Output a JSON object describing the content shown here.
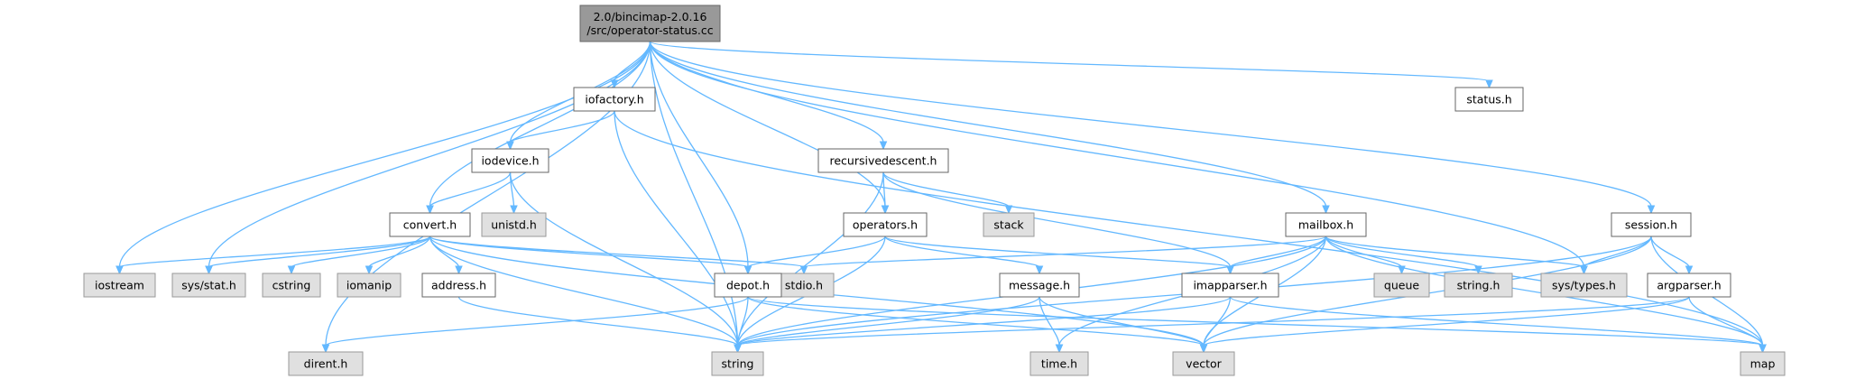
{
  "diagram": {
    "type": "include-dependency-graph",
    "colors": {
      "root_fill": "#999999",
      "root_border": "#666666",
      "local_fill": "#ffffff",
      "system_fill": "#e0e0e0",
      "system_border": "#999999",
      "node_border": "#666666",
      "edge": "#63b8ff"
    },
    "nodes": [
      {
        "id": "root",
        "lines": [
          "2.0/bincimap-2.0.16",
          "/src/operator-status.cc"
        ],
        "kind": "root"
      },
      {
        "id": "iofactory",
        "lines": [
          "iofactory.h"
        ],
        "kind": "local"
      },
      {
        "id": "status",
        "lines": [
          "status.h"
        ],
        "kind": "local"
      },
      {
        "id": "iodevice",
        "lines": [
          "iodevice.h"
        ],
        "kind": "local"
      },
      {
        "id": "recursivedescent",
        "lines": [
          "recursivedescent.h"
        ],
        "kind": "local"
      },
      {
        "id": "unistd",
        "lines": [
          "unistd.h"
        ],
        "kind": "system"
      },
      {
        "id": "stack",
        "lines": [
          "stack"
        ],
        "kind": "system"
      },
      {
        "id": "convert",
        "lines": [
          "convert.h"
        ],
        "kind": "local"
      },
      {
        "id": "operators",
        "lines": [
          "operators.h"
        ],
        "kind": "local"
      },
      {
        "id": "mailbox",
        "lines": [
          "mailbox.h"
        ],
        "kind": "local"
      },
      {
        "id": "session",
        "lines": [
          "session.h"
        ],
        "kind": "local"
      },
      {
        "id": "iostream",
        "lines": [
          "iostream"
        ],
        "kind": "system"
      },
      {
        "id": "sysstat",
        "lines": [
          "sys/stat.h"
        ],
        "kind": "system"
      },
      {
        "id": "cstring",
        "lines": [
          "cstring"
        ],
        "kind": "system"
      },
      {
        "id": "iomanip",
        "lines": [
          "iomanip"
        ],
        "kind": "system"
      },
      {
        "id": "address",
        "lines": [
          "address.h"
        ],
        "kind": "local"
      },
      {
        "id": "stdio",
        "lines": [
          "stdio.h"
        ],
        "kind": "system"
      },
      {
        "id": "depot",
        "lines": [
          "depot.h"
        ],
        "kind": "local"
      },
      {
        "id": "message",
        "lines": [
          "message.h"
        ],
        "kind": "local"
      },
      {
        "id": "imapparser",
        "lines": [
          "imapparser.h"
        ],
        "kind": "local"
      },
      {
        "id": "queue",
        "lines": [
          "queue"
        ],
        "kind": "system"
      },
      {
        "id": "stringh",
        "lines": [
          "string.h"
        ],
        "kind": "system"
      },
      {
        "id": "systypes",
        "lines": [
          "sys/types.h"
        ],
        "kind": "system"
      },
      {
        "id": "argparser",
        "lines": [
          "argparser.h"
        ],
        "kind": "local"
      },
      {
        "id": "dirent",
        "lines": [
          "dirent.h"
        ],
        "kind": "system"
      },
      {
        "id": "string",
        "lines": [
          "string"
        ],
        "kind": "system"
      },
      {
        "id": "timeh",
        "lines": [
          "time.h"
        ],
        "kind": "system"
      },
      {
        "id": "vector",
        "lines": [
          "vector"
        ],
        "kind": "system"
      },
      {
        "id": "map",
        "lines": [
          "map"
        ],
        "kind": "system"
      }
    ],
    "edges": [
      [
        "root",
        "iofactory"
      ],
      [
        "root",
        "status"
      ],
      [
        "root",
        "iodevice"
      ],
      [
        "root",
        "recursivedescent"
      ],
      [
        "root",
        "convert"
      ],
      [
        "root",
        "operators"
      ],
      [
        "root",
        "mailbox"
      ],
      [
        "root",
        "session"
      ],
      [
        "root",
        "iostream"
      ],
      [
        "root",
        "sysstat"
      ],
      [
        "root",
        "depot"
      ],
      [
        "root",
        "systypes"
      ],
      [
        "root",
        "dirent"
      ],
      [
        "root",
        "string"
      ],
      [
        "iofactory",
        "iodevice"
      ],
      [
        "iofactory",
        "string"
      ],
      [
        "iofactory",
        "map"
      ],
      [
        "iodevice",
        "unistd"
      ],
      [
        "iodevice",
        "convert"
      ],
      [
        "iodevice",
        "string"
      ],
      [
        "recursivedescent",
        "stack"
      ],
      [
        "recursivedescent",
        "operators"
      ],
      [
        "recursivedescent",
        "imapparser"
      ],
      [
        "recursivedescent",
        "string"
      ],
      [
        "convert",
        "iostream"
      ],
      [
        "convert",
        "sysstat"
      ],
      [
        "convert",
        "cstring"
      ],
      [
        "convert",
        "iomanip"
      ],
      [
        "convert",
        "address"
      ],
      [
        "convert",
        "stdio"
      ],
      [
        "convert",
        "depot"
      ],
      [
        "convert",
        "string"
      ],
      [
        "convert",
        "vector"
      ],
      [
        "operators",
        "depot"
      ],
      [
        "operators",
        "message"
      ],
      [
        "operators",
        "imapparser"
      ],
      [
        "operators",
        "string"
      ],
      [
        "mailbox",
        "imapparser"
      ],
      [
        "mailbox",
        "queue"
      ],
      [
        "mailbox",
        "stringh"
      ],
      [
        "mailbox",
        "systypes"
      ],
      [
        "mailbox",
        "stdio"
      ],
      [
        "mailbox",
        "string"
      ],
      [
        "mailbox",
        "timeh"
      ],
      [
        "mailbox",
        "vector"
      ],
      [
        "mailbox",
        "map"
      ],
      [
        "session",
        "systypes"
      ],
      [
        "session",
        "argparser"
      ],
      [
        "session",
        "string"
      ],
      [
        "session",
        "vector"
      ],
      [
        "session",
        "map"
      ],
      [
        "address",
        "string"
      ],
      [
        "depot",
        "dirent"
      ],
      [
        "depot",
        "string"
      ],
      [
        "depot",
        "vector"
      ],
      [
        "depot",
        "map"
      ],
      [
        "message",
        "timeh"
      ],
      [
        "message",
        "vector"
      ],
      [
        "message",
        "string"
      ],
      [
        "imapparser",
        "vector"
      ],
      [
        "imapparser",
        "string"
      ],
      [
        "imapparser",
        "map"
      ],
      [
        "argparser",
        "map"
      ],
      [
        "argparser",
        "string"
      ],
      [
        "argparser",
        "vector"
      ]
    ]
  }
}
